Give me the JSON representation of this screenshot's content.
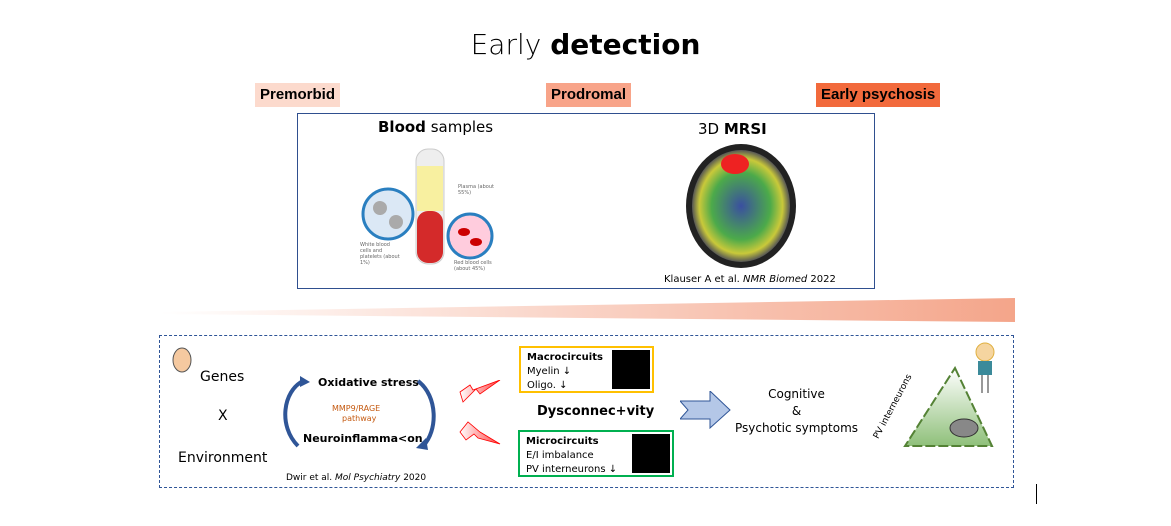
{
  "title": {
    "normal": "Early ",
    "bold": "detection"
  },
  "stages": [
    {
      "label": "Premorbid",
      "color": "#fcdacd"
    },
    {
      "label": "Prodromal",
      "color": "#f8a489"
    },
    {
      "label": "Early psychosis",
      "color": "#f26a3c"
    }
  ],
  "panel": {
    "blood": {
      "bold": "Blood",
      "rest": " samples",
      "plasma": "Plasma (about 55%)",
      "wbc": "White blood cells and platelets (about 1%)",
      "rbc": "Red blood cells (about 45%)"
    },
    "mrsi": {
      "normal": "3D ",
      "bold": "MRSI",
      "citation_authors": "Klauser A et al. ",
      "citation_journal": "NMR Biomed",
      "citation_year": " 2022"
    }
  },
  "mechanism": {
    "genes": "Genes",
    "x": "X",
    "environment": "Environment",
    "oxidative": "Oxidative stress",
    "pathway_1": "MMP9/RAGE",
    "pathway_2": "pathway",
    "neuroinflammation": "Neuroinflamma<on",
    "citation_authors": "Dwir et al. ",
    "citation_journal": "Mol Psychiatry",
    "citation_year": " 2020"
  },
  "macro": {
    "title": "Macrocircuits",
    "l1": "Myelin ↓",
    "l2": "Oligo. ↓",
    "color": "#ffc000"
  },
  "dys": "Dysconnec+vity",
  "micro": {
    "title": "Microcircuits",
    "l1": "E/I imbalance",
    "l2": "PV interneurons ↓",
    "color": "#00b050"
  },
  "outcome": {
    "l1": "Cognitive",
    "l2": "&",
    "l3": "Psychotic symptoms"
  },
  "pv": "PV interneurons"
}
